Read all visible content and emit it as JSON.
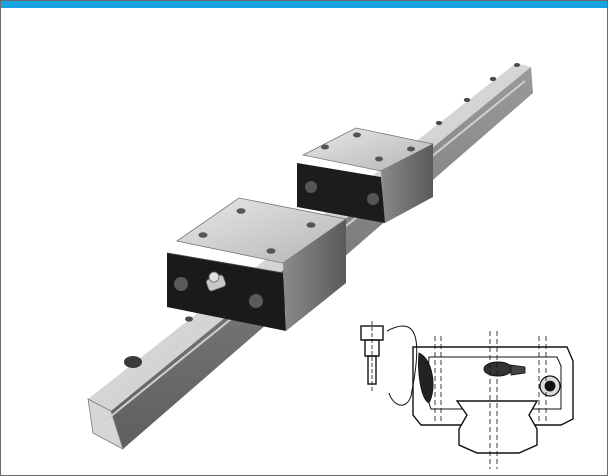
{
  "image": {
    "subject": "linear-guide",
    "accent_color": "#1aa3e2",
    "icons": [
      "guide-rail",
      "carriage-block",
      "grease-nipple",
      "cross-section-drawing"
    ]
  }
}
